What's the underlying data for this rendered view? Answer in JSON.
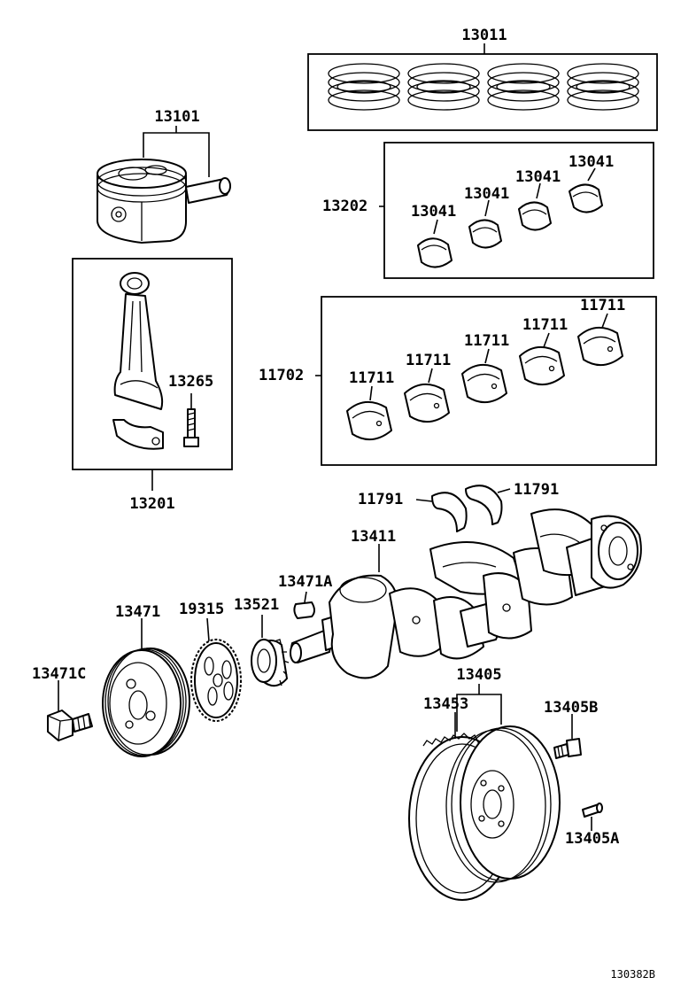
{
  "labels": {
    "l13011": "13011",
    "l13101": "13101",
    "l13202": "13202",
    "l13041a": "13041",
    "l13041b": "13041",
    "l13041c": "13041",
    "l13041d": "13041",
    "l11702": "11702",
    "l11711a": "11711",
    "l11711b": "11711",
    "l11711c": "11711",
    "l11711d": "11711",
    "l11711e": "11711",
    "l13265": "13265",
    "l13201": "13201",
    "l11791a": "11791",
    "l11791b": "11791",
    "l13411": "13411",
    "l13471A": "13471A",
    "l13471": "13471",
    "l19315": "19315",
    "l13521": "13521",
    "l13471C": "13471C",
    "l13405": "13405",
    "l13453": "13453",
    "l13405B": "13405B",
    "l13405A": "13405A"
  },
  "diagram_ref": "130382B"
}
